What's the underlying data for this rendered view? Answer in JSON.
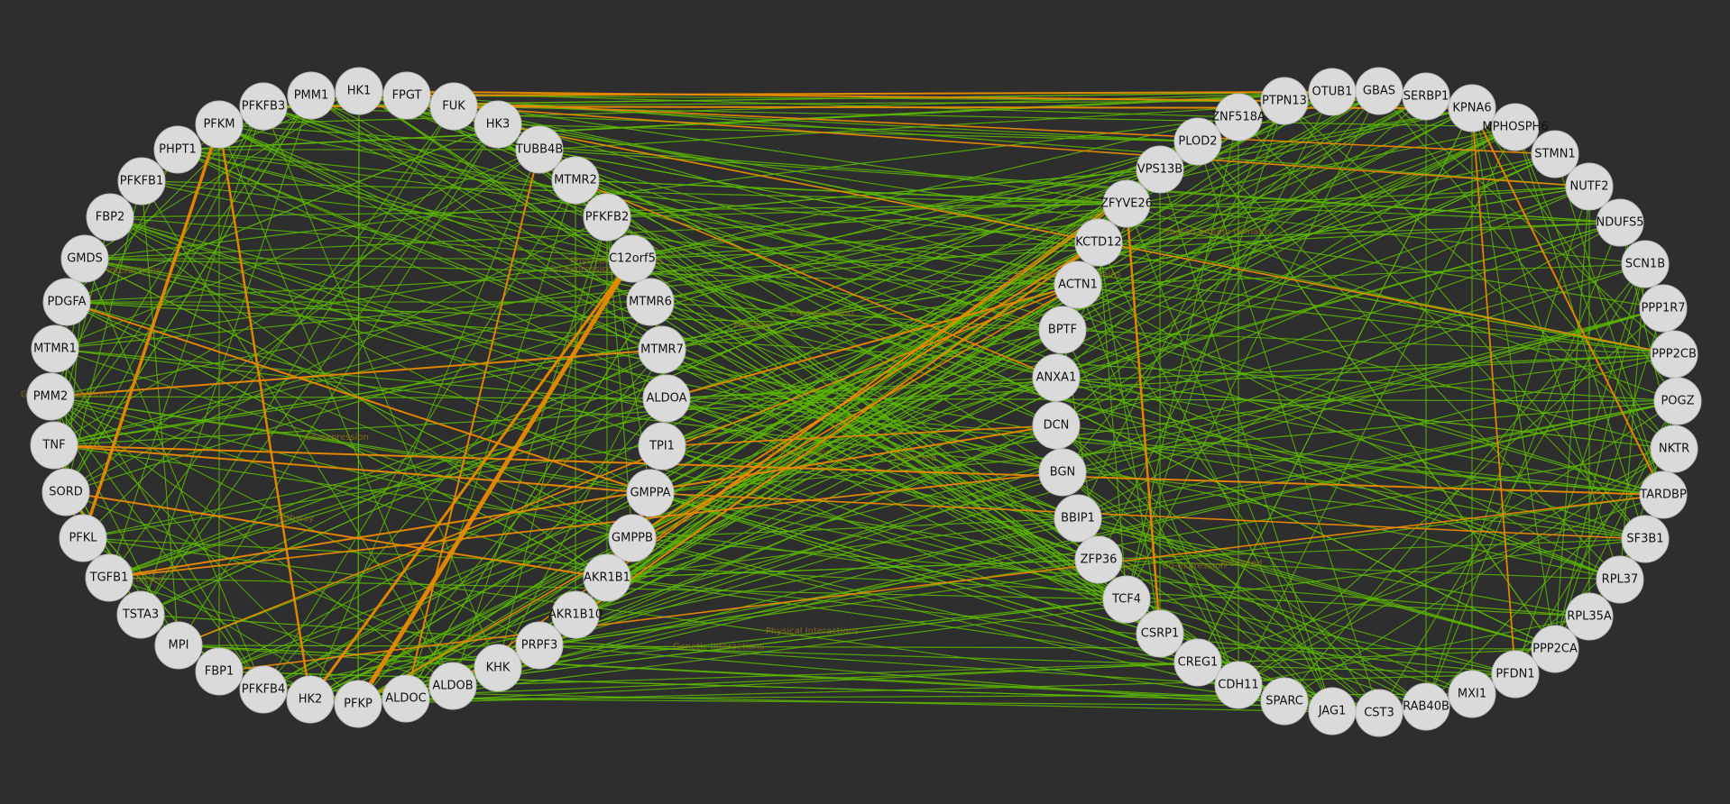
{
  "network": {
    "colors": {
      "background": "#2e2e2e",
      "node": "#dadada",
      "edge_green": "#5cb800",
      "edge_orange": "#e88a00"
    },
    "left_outer": [
      "PFKFB3",
      "PMM1",
      "HK1",
      "FPGT",
      "FUK",
      "HK3",
      "TUBB4B",
      "PFKM",
      "PHPT1",
      "PFKFB1",
      "FBP2",
      "GMDS",
      "PDGFA",
      "MTMR1",
      "PMM2",
      "TNF",
      "SORD",
      "PFKL",
      "TGFB1",
      "TSTA3",
      "MPI",
      "FBP1",
      "PFKFB4",
      "HK2",
      "PFKP",
      "ALDOC",
      "ALDOB",
      "KHK"
    ],
    "left_inner": [
      "MTMR2",
      "PFKFB2",
      "C12orf5",
      "MTMR6",
      "MTMR7",
      "ALDOA",
      "TPI1",
      "GMPPA",
      "GMPPB",
      "AKR1B1",
      "AKR1B10",
      "PRPF3"
    ],
    "right_inner": [
      "ZNF518A",
      "PLOD2",
      "VPS13B",
      "ZFYVE26",
      "KCTD12",
      "ACTN1",
      "BPTF",
      "ANXA1",
      "DCN",
      "BGN",
      "BBIP1",
      "ZFP36",
      "TCF4",
      "CSRP1",
      "CREG1",
      "CDH11"
    ],
    "right_outer": [
      "PTPN13",
      "OTUB1",
      "GBAS",
      "SERBP1",
      "KPNA6",
      "MPHOSPH6",
      "STMN1",
      "NUTF2",
      "NDUFS5",
      "SCN1B",
      "PPP1R7",
      "PPP2CB",
      "POGZ",
      "NKTR",
      "TARDBP",
      "SF3B1",
      "RPL37",
      "RPL35A",
      "PPP2CA",
      "PFDN1",
      "MXI1",
      "RAB40B",
      "CST3",
      "JAG1",
      "SPARC"
    ],
    "edge_labels": [
      "Physical Interactions",
      "Co-expression",
      "Predicted",
      "Co-localization",
      "Genetic Interactions",
      "Shared protein domains",
      "Pathway",
      "Physical Interactions",
      "Co-expression",
      "Co-localization",
      "Predicted",
      "Pathway",
      "Co-expression",
      "Genetic Interactions",
      "Physical Interactions",
      "Co-expression",
      "Predicted",
      "Shared protein domains"
    ]
  }
}
